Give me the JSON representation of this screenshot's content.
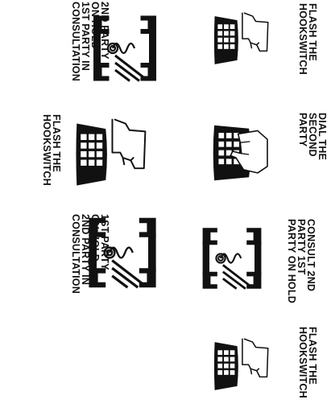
{
  "steps": [
    {
      "text": "FLASH THE\nHOOKSWITCH",
      "icon": "hand-keypad-flash-icon"
    },
    {
      "text": "DIAL THE\nSECOND\nPARTY",
      "icon": "hand-dial-keypad-icon"
    },
    {
      "text": "CONSULT 2ND\nPARTY 1ST\nPARTY ON HOLD",
      "icon": "handset-conversation-icon"
    },
    {
      "text": "FLASH THE\nHOOKSWITCH",
      "icon": "hand-keypad-flash-icon"
    },
    {
      "text": "2ND PARTY\nON HOLD\n1ST PARTY IN\nCONSULTATION",
      "icon": "handset-conversation-icon"
    },
    {
      "text": "FLASH THE\nHOOKSWITCH",
      "icon": "hand-keypad-flash-icon"
    },
    {
      "text": "1ST PARTY\nON HOLD\n2ND PARTY IN\nCONSULTATION",
      "icon": "handset-conversation-icon"
    }
  ]
}
